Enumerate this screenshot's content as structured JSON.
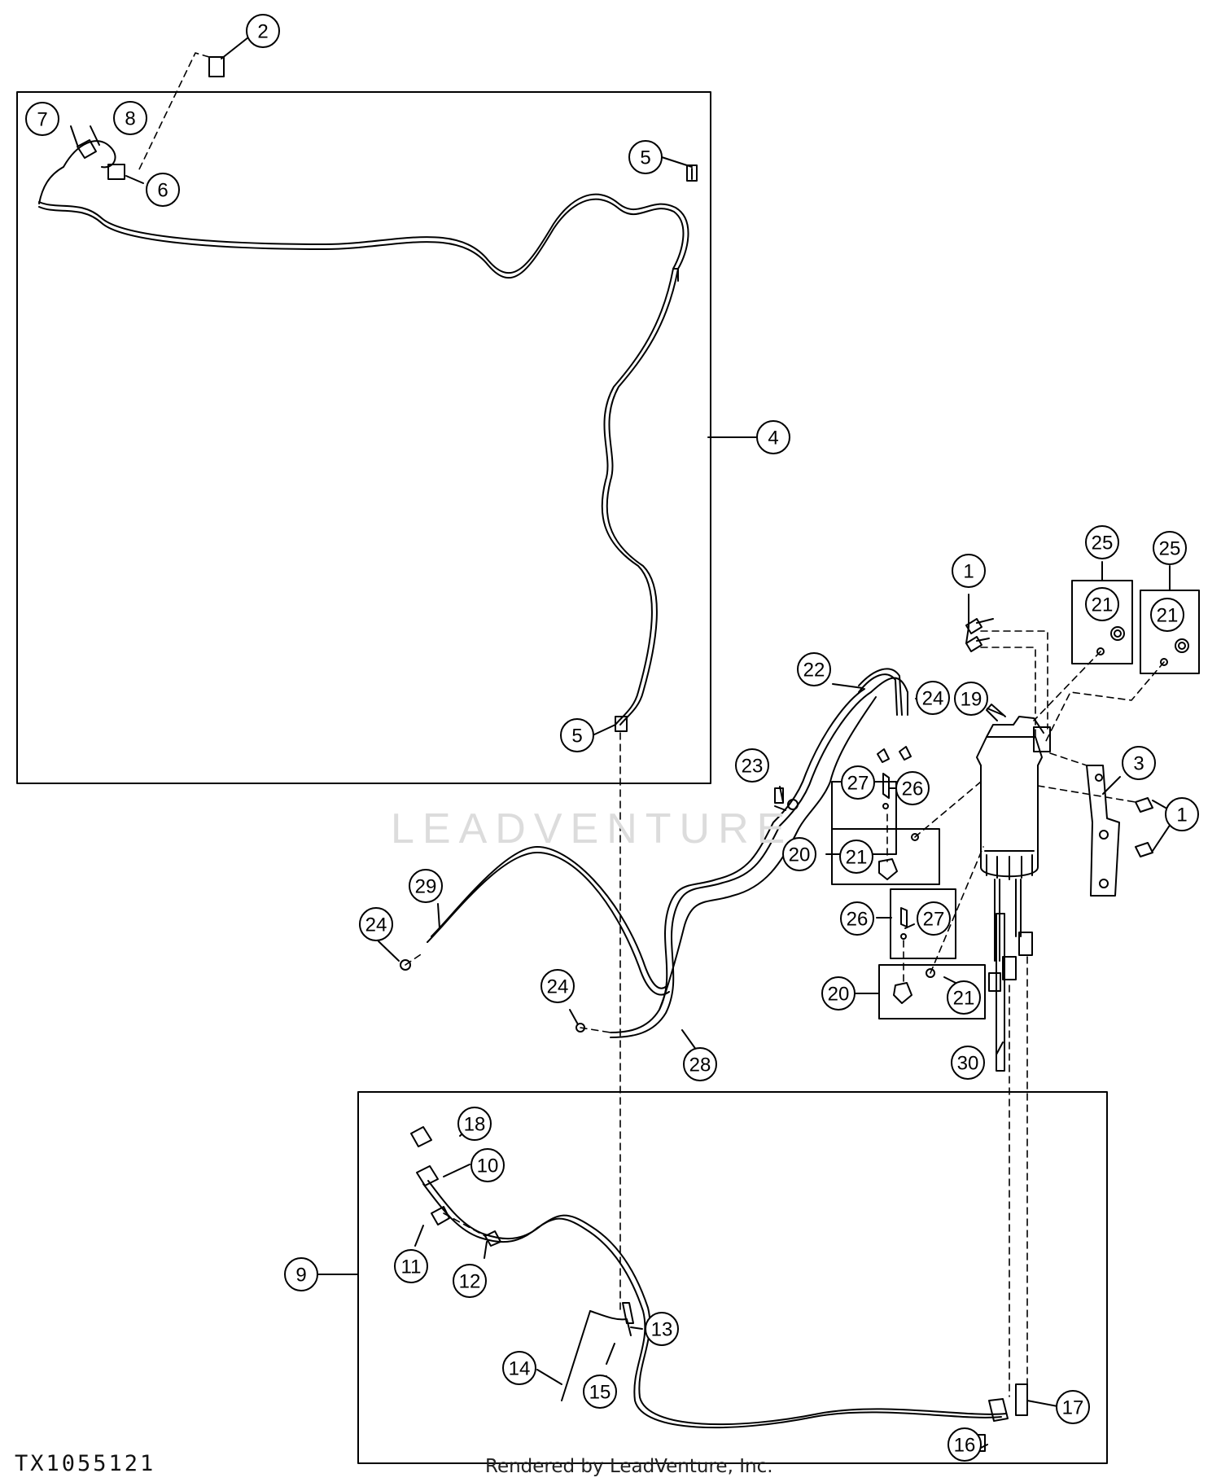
{
  "drawing_code": "TX1055121",
  "credit": "Rendered by LeadVenture, Inc.",
  "watermark": "LEADVENTURE",
  "colors": {
    "ink": "#000000",
    "background": "#ffffff",
    "watermark": "#dcdcdc"
  },
  "callouts": [
    {
      "id": "c-2a",
      "label": "2"
    },
    {
      "id": "c-7",
      "label": "7"
    },
    {
      "id": "c-8",
      "label": "8"
    },
    {
      "id": "c-6",
      "label": "6"
    },
    {
      "id": "c-5a",
      "label": "5"
    },
    {
      "id": "c-4",
      "label": "4"
    },
    {
      "id": "c-5b",
      "label": "5"
    },
    {
      "id": "c-1a",
      "label": "1"
    },
    {
      "id": "c-25a",
      "label": "25"
    },
    {
      "id": "c-25b",
      "label": "25"
    },
    {
      "id": "c-21a",
      "label": "21"
    },
    {
      "id": "c-21b",
      "label": "21"
    },
    {
      "id": "c-22",
      "label": "22"
    },
    {
      "id": "c-24a",
      "label": "24"
    },
    {
      "id": "c-19",
      "label": "19"
    },
    {
      "id": "c-3",
      "label": "3"
    },
    {
      "id": "c-1b",
      "label": "1"
    },
    {
      "id": "c-23",
      "label": "23"
    },
    {
      "id": "c-27a",
      "label": "27"
    },
    {
      "id": "c-26a",
      "label": "26"
    },
    {
      "id": "c-20a",
      "label": "20"
    },
    {
      "id": "c-21c",
      "label": "21"
    },
    {
      "id": "c-29",
      "label": "29"
    },
    {
      "id": "c-24b",
      "label": "24"
    },
    {
      "id": "c-26b",
      "label": "26"
    },
    {
      "id": "c-27b",
      "label": "27"
    },
    {
      "id": "c-20b",
      "label": "20"
    },
    {
      "id": "c-21d",
      "label": "21"
    },
    {
      "id": "c-24c",
      "label": "24"
    },
    {
      "id": "c-28",
      "label": "28"
    },
    {
      "id": "c-30",
      "label": "30"
    },
    {
      "id": "c-18",
      "label": "18"
    },
    {
      "id": "c-10",
      "label": "10"
    },
    {
      "id": "c-11",
      "label": "11"
    },
    {
      "id": "c-12",
      "label": "12"
    },
    {
      "id": "c-9",
      "label": "9"
    },
    {
      "id": "c-13",
      "label": "13"
    },
    {
      "id": "c-14",
      "label": "14"
    },
    {
      "id": "c-15",
      "label": "15"
    },
    {
      "id": "c-17",
      "label": "17"
    },
    {
      "id": "c-16",
      "label": "16"
    }
  ]
}
